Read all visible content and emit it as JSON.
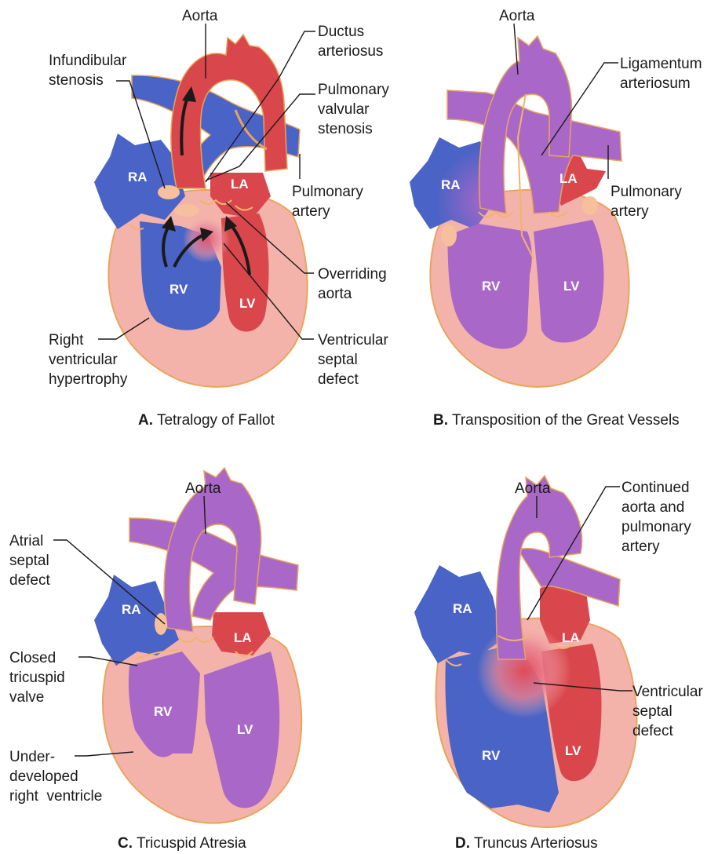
{
  "colors": {
    "hypertrophy": "#f4b3aa",
    "deoxygenated": "#4a63c6",
    "oxygenated": "#d9464c",
    "mixed": "#a968c8",
    "valve": "#f6c09c",
    "outline": "#e9a45a"
  },
  "panels": [
    {
      "id": "A",
      "caption_letter": "A.",
      "caption_text": "Tetralogy of Fallot",
      "chambers": {
        "ra": "RA",
        "la": "LA",
        "rv": "RV",
        "lv": "LV"
      },
      "labels": {
        "aorta": "Aorta",
        "infundibular": [
          "Infundibular",
          "stenosis"
        ],
        "ductus": [
          "Ductus",
          "arteriosus"
        ],
        "pulm_valvular": [
          "Pulmonary",
          "valvular",
          "stenosis"
        ],
        "pulm_artery": [
          "Pulmonary",
          "artery"
        ],
        "overriding": [
          "Overriding",
          "aorta"
        ],
        "vsd": [
          "Ventricular",
          "septal",
          "defect"
        ],
        "rvh": [
          "Right",
          "ventricular",
          "hypertrophy"
        ]
      }
    },
    {
      "id": "B",
      "caption_letter": "B.",
      "caption_text": "Transposition of the Great Vessels",
      "chambers": {
        "ra": "RA",
        "la": "LA",
        "rv": "RV",
        "lv": "LV"
      },
      "labels": {
        "aorta": "Aorta",
        "ligamentum": [
          "Ligamentum",
          "arteriosum"
        ],
        "pulm_artery": [
          "Pulmonary",
          "artery"
        ]
      }
    },
    {
      "id": "C",
      "caption_letter": "C.",
      "caption_text": "Tricuspid Atresia",
      "chambers": {
        "ra": "RA",
        "la": "LA",
        "rv": "RV",
        "lv": "LV"
      },
      "labels": {
        "aorta": "Aorta",
        "asd": [
          "Atrial",
          "septal",
          "defect"
        ],
        "closed_tricuspid": [
          "Closed",
          "tricuspid",
          "valve"
        ],
        "underdeveloped": [
          "Under-",
          "developed",
          "right  ventricle"
        ]
      }
    },
    {
      "id": "D",
      "caption_letter": "D.",
      "caption_text": "Truncus Arteriosus",
      "chambers": {
        "ra": "RA",
        "la": "LA",
        "rv": "RV",
        "lv": "LV"
      },
      "labels": {
        "aorta": "Aorta",
        "continued": [
          "Continued",
          "aorta and",
          "pulmonary",
          "artery"
        ],
        "vsd": [
          "Ventricular",
          "septal",
          "defect"
        ]
      }
    }
  ]
}
